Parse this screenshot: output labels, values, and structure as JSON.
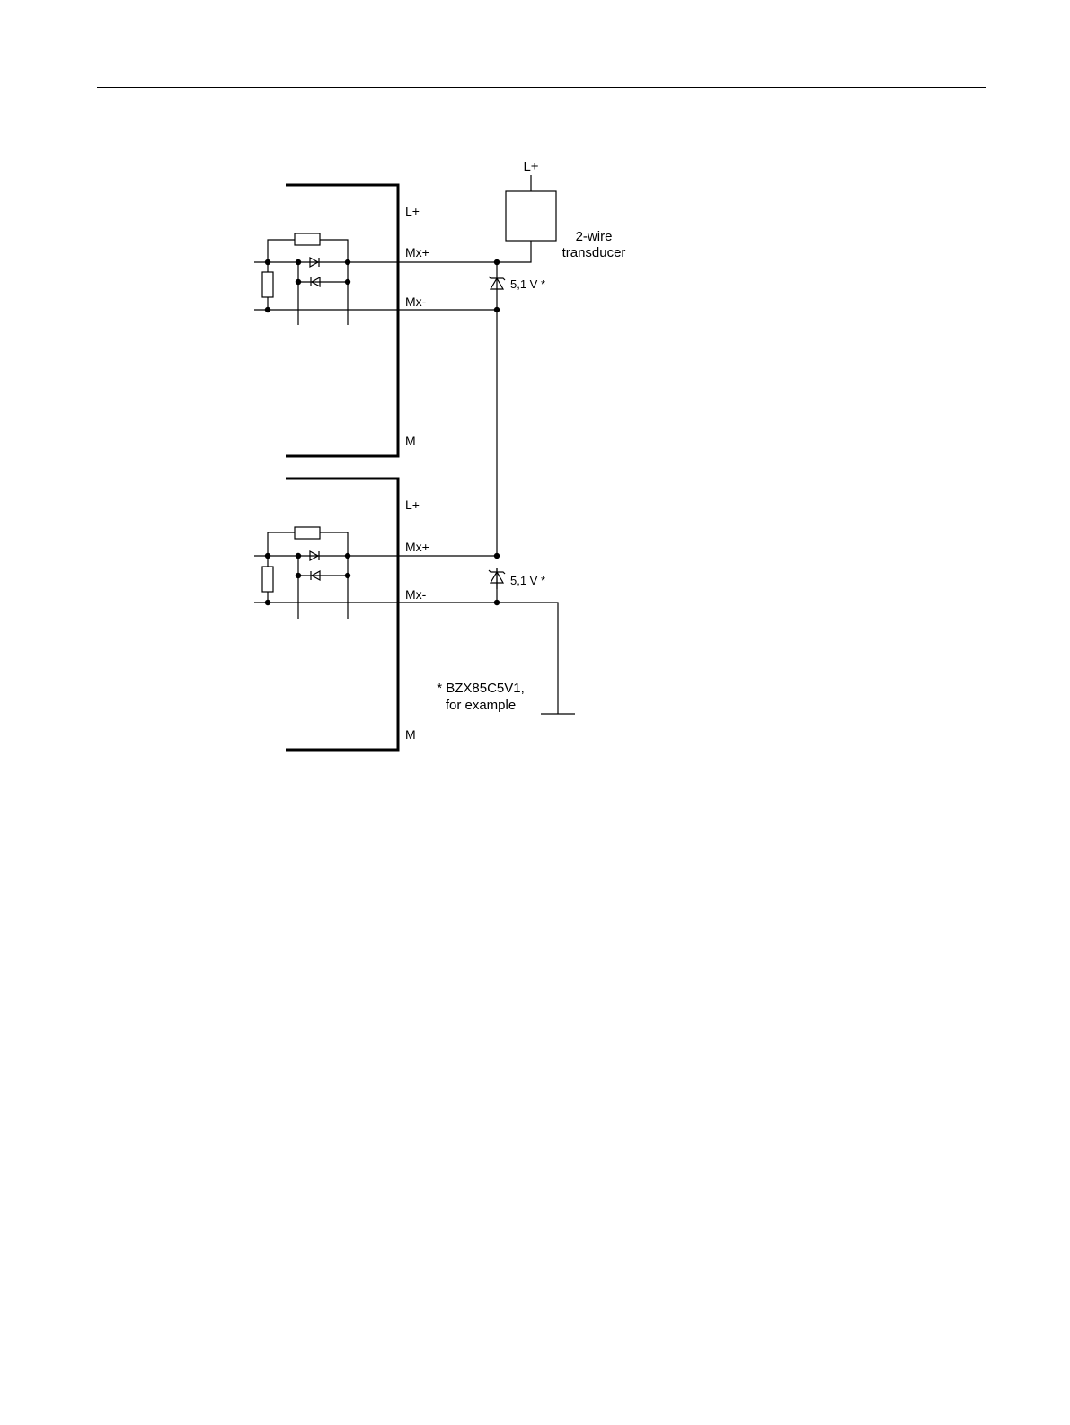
{
  "diagram": {
    "module_top": {
      "terminal_lplus": "L+",
      "terminal_mxplus": "Mx+",
      "terminal_mxminus": "Mx-",
      "terminal_m": "M"
    },
    "module_bottom": {
      "terminal_lplus": "L+",
      "terminal_mxplus": "Mx+",
      "terminal_mxminus": "Mx-",
      "terminal_m": "M"
    },
    "transducer": {
      "supply_label": "L+",
      "label_line1": "2-wire",
      "label_line2": "transducer"
    },
    "zener_top": {
      "label": "5,1 V *"
    },
    "zener_bottom": {
      "label": "5,1 V *"
    },
    "footnote": {
      "line1": "* BZX85C5V1,",
      "line2": "for example"
    }
  }
}
